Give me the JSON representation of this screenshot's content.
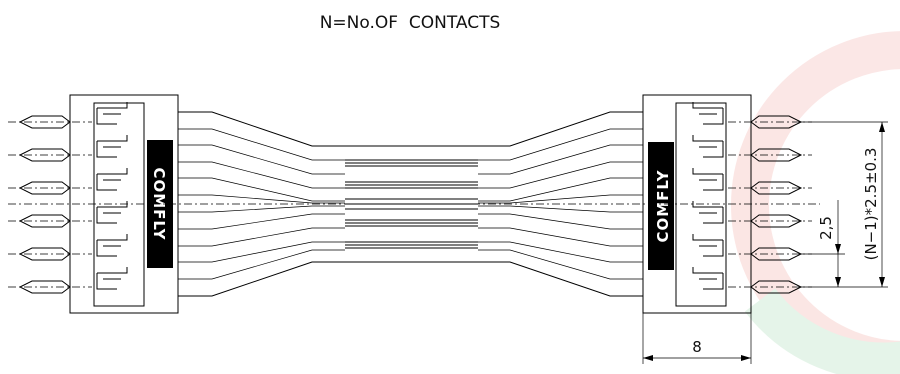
{
  "title": "N=No.OF  CONTACTS",
  "brand_label": "COMFLY",
  "dimensions": {
    "pitch": "2,5",
    "span": "(N−1)*2.5±0.3",
    "housing_width": "8"
  },
  "contact_count": 6,
  "watermark_colors": [
    "#e23a2e",
    "#2fa84f"
  ]
}
